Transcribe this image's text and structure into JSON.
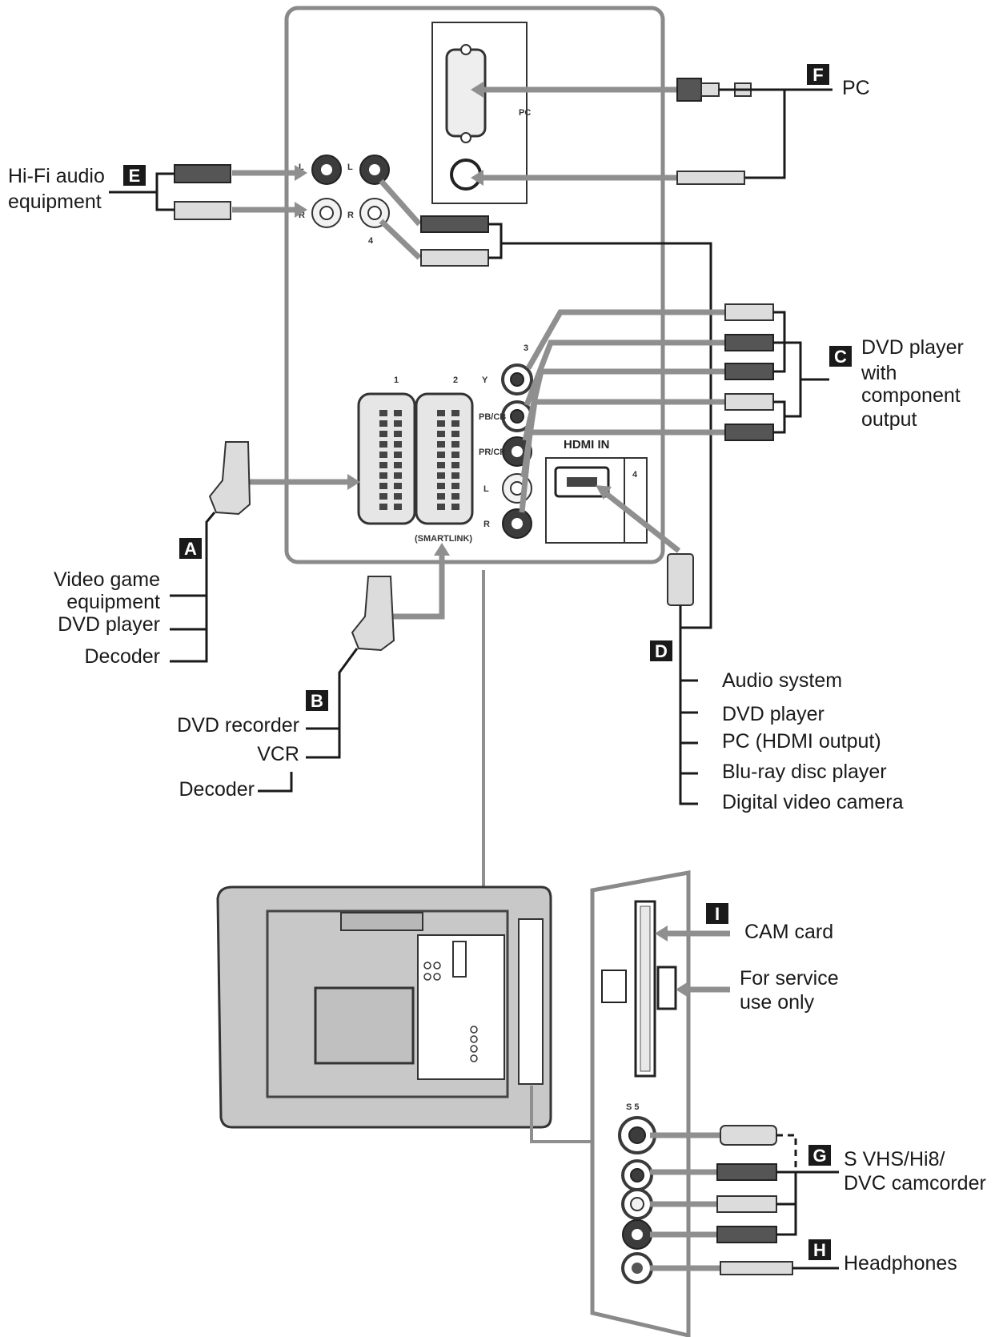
{
  "badges": {
    "a": "A",
    "b": "B",
    "c": "C",
    "d": "D",
    "e": "E",
    "f": "F",
    "g": "G",
    "h": "H",
    "i": "I"
  },
  "labels": {
    "pc": "PC",
    "hifi_line1": "Hi-Fi audio",
    "hifi_line2": "equipment",
    "dvd_component_line1": "DVD player",
    "dvd_component_line2": "with",
    "dvd_component_line3": "component",
    "dvd_component_line4": "output",
    "a_items": [
      "Video game",
      "equipment",
      "DVD player",
      "Decoder"
    ],
    "b_items": [
      "DVD recorder",
      "VCR",
      "Decoder"
    ],
    "d_items": [
      "Audio system",
      "DVD player",
      "PC (HDMI output)",
      "Blu-ray disc player",
      "Digital video camera"
    ],
    "cam_card": "CAM card",
    "service_line1": "For service",
    "service_line2": "use only",
    "camcorder_line1": "S VHS/Hi8/",
    "camcorder_line2": "DVC camcorder",
    "headphones": "Headphones"
  },
  "panel_marks": {
    "hdmi_in": "HDMI IN",
    "hdmi_port_number": "4",
    "smartlink": "(SMARTLINK)",
    "pc_mark": "PC",
    "scart1": "1",
    "scart2": "2",
    "component_y": "Y",
    "component_pb": "PB/CB",
    "component_pr": "PR/CR",
    "input3": "3",
    "input4": "4",
    "input5": "S 5",
    "jack_l": "L",
    "jack_r": "R"
  },
  "colors": {
    "badge": "#1a1a1a",
    "panel_stroke": "#8a8a8a",
    "arrow": "#8f8f8f",
    "tv_body": "#c8c8c8"
  }
}
